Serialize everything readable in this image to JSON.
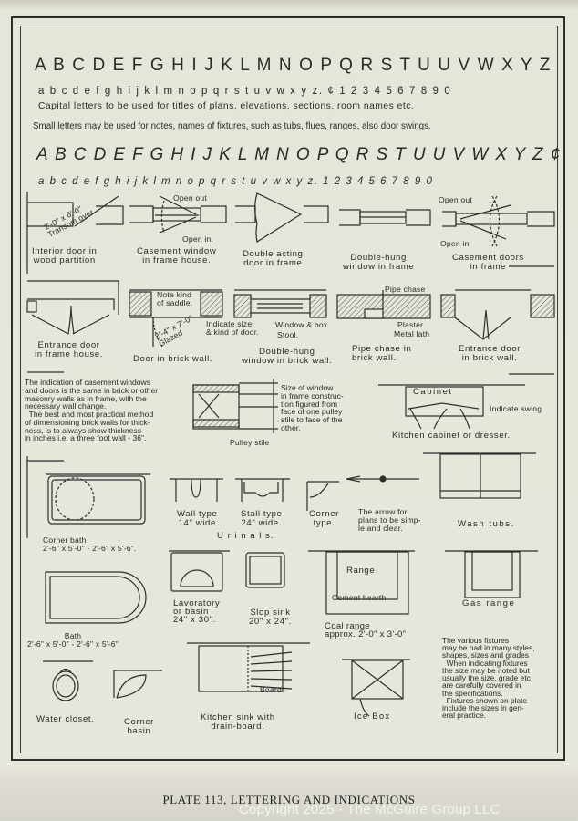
{
  "lettering": {
    "caps_upright": "A B C D E F G H I J K L M N O P Q R S T U U V W X Y Z",
    "lower_upright": "a b c d e f g h i j k l m n o p q r s t u v w x y z.  ¢ 1 2 3 4 5 6 7 8 9 0",
    "note_capitals": "Capital letters to be used for titles of plans, elevations, sections, room names etc.",
    "note_small": "Small letters may be used for notes, names of fixtures, such as tubs, flues, ranges, also door swings.",
    "caps_italic": "A B C D E F G H I J K L M N O P Q R S T U U V W X Y Z ¢",
    "lower_italic": "a b c d e f g h i j k l m n o p q r s t u v w x y z.  1 2 3 4 5 6 7 8 9 0"
  },
  "row1": {
    "interior_door": "Interior door in\nwood partition",
    "transom": "2'-0\" x 6'-0\"\nTransom over",
    "casement_window": "Casement window\nin frame house.",
    "open_out": "Open out",
    "open_in": "Open in.",
    "double_acting": "Double acting\ndoor in frame",
    "double_hung": "Double-hung\nwindow in frame",
    "casement_doors": "Casement doors\nin frame",
    "open_out_2": "Open out",
    "open_in_2": "Open in"
  },
  "row2": {
    "entrance_frame": "Entrance door\nin frame house.",
    "note_saddle": "Note kind\nof saddle.",
    "glazed": "2'-4\" x 7'-0\"\nGlazed",
    "indicate_size": "Indicate size\n& kind of door.",
    "door_brick": "Door in brick wall.",
    "window_box": "Window & box",
    "stool": "Stool.",
    "double_hung_brick": "Double-hung\nwindow in brick wall.",
    "pipe_chase": "Pipe chase",
    "plaster": "Plaster",
    "metal_lath": "Metal lath",
    "pipe_chase_brick": "Pipe chase in\nbrick wall.",
    "entrance_brick": "Entrance door\nin brick wall."
  },
  "middle": {
    "paragraph": "The indication of casement windows\nand doors is the same in brick or other\nmasonry walls as in frame, with the\nnecessary wall change.\n  The best and most practical method\nof dimensioning brick walls for thick-\nness, is to always show thickness\nin inches i.e. a three foot wall - 36\".",
    "size_of_window": "Size of window\nin frame construc-\ntion figured from\nface of one pulley\nstile to face of the\nother.",
    "pulley_stile": "Pulley stile",
    "cabinet": "Cabinet",
    "indicate_swing": "Indicate swing",
    "kitchen_cabinet": "Kitchen cabinet or dresser."
  },
  "fixtures": {
    "corner_bath": "Corner bath\n2'-6\" x 5'-0\" - 2'-6\" x 5'-6\".",
    "wall_type": "Wall type\n14\" wide",
    "stall_type": "Stall type\n24\" wide.",
    "corner_type": "Corner\ntype.",
    "urinals": "U r i n a l s.",
    "arrow_note": "The arrow for\nplans to be simp-\nle and clear.",
    "wash_tubs": "Wash tubs.",
    "bath": "Bath\n2'-6\" x 5'-0\" - 2'-6\" x 5'-6\"",
    "lavatory": "Lavoratory\nor basin\n24\" x 30\".",
    "slop_sink": "Slop sink\n20\" x 24\".",
    "range": "Range",
    "cement_hearth": "Cement hearth",
    "coal_range": "Coal range\napprox. 2'-0\" x 3'-0\"",
    "gas_range": "Gas range",
    "board": "Board",
    "kitchen_sink": "Kitchen sink with\ndrain-board.",
    "ice_box": "Ice Box",
    "water_closet": "Water closet.",
    "corner_basin": "Corner\nbasin",
    "fixtures_note": "The various fixtures\nmay be had in many styles,\nshapes, sizes and grades\n  When indicating fixtures\nthe size may be noted but\nusually the size, grade etc\nare carefully covered in\nthe specifications.\n  Fixtures shown on plate\ninclude the sizes in gen-\neral practice."
  },
  "caption": "PLATE 113, LETTERING AND INDICATIONS",
  "watermark": "Copyright 2025 - The McGuire Group LLC"
}
